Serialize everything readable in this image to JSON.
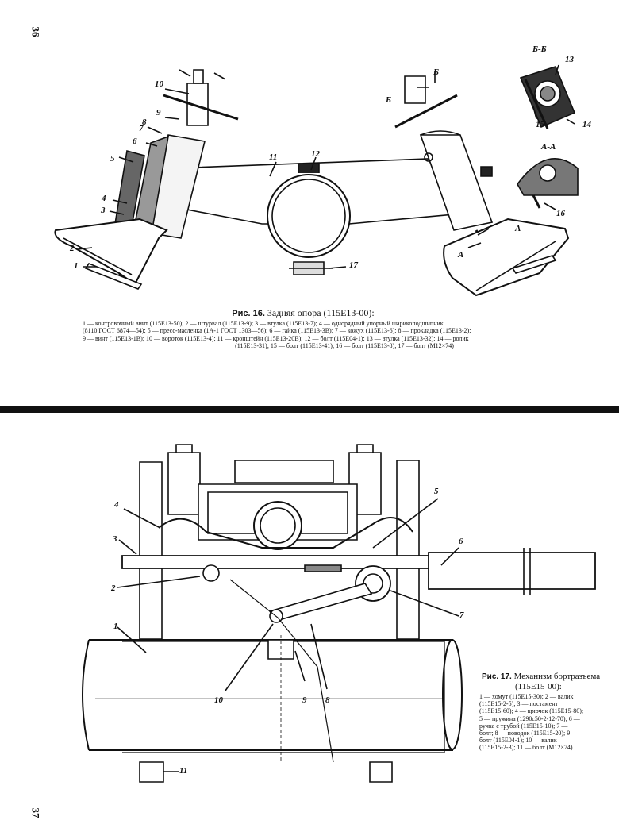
{
  "page_numbers": {
    "top": "36",
    "bottom": "37"
  },
  "fig16": {
    "caption_prefix": "Рис. 16.",
    "caption_title": "Задняя опора (115Е13-00):",
    "legend_lines": [
      "1 — контровочный винт (115Е13-50); 2 — штурвал (115Е13-9); 3 — втулка (115Е13-7); 4 — однорядный упорный шарикоподшипник",
      "(8110 ГОСТ 6874—54); 5 — пресс-масленка (1А-1 ГОСТ 1303—56); 6 — гайка (115Е13-3В); 7 — кожух (115Е13-6); 8 — прокладка (115Е13-2);",
      "9 — винт (115Е13-1В); 10 — вороток (115Е13-4); 11 — кронштейн (115Е13-20В); 12 — болт (115Е04-1); 13 — втулка (115Е13-32); 14 — ролик",
      "(115Е13-31); 15 — болт (115Е13-41); 16 — болт (115Е13-8); 17 — болт (М12×74)"
    ],
    "labels": {
      "n1": "1",
      "n2": "2",
      "n3": "3",
      "n4": "4",
      "n5": "5",
      "n6": "6",
      "n7": "7",
      "n8": "8",
      "n9": "9",
      "n10": "10",
      "n11": "11",
      "n12": "12",
      "n13": "13",
      "n14": "14",
      "n15": "15",
      "n16": "16",
      "n17": "17",
      "bb": "Б-Б",
      "aa": "А-А",
      "b1": "Б",
      "b2": "Б",
      "a1": "А",
      "a2": "А"
    }
  },
  "fig17": {
    "caption_prefix": "Рис. 17.",
    "caption_title": "Механизм бортразъема",
    "caption_code": "(115Е15-00):",
    "legend_lines": [
      "1 — хомут (115Е15-30); 2 — валик",
      "(115Е15-2-5); 3 — постамент",
      "(115Е15-60); 4 — крючок (115Е15-80);",
      "5 — пружина (1290с50-2-12-70); 6 —",
      "ручка с трубой (115Е15-10); 7 —",
      "болт; 8 — поводок (115Е15-20); 9 —",
      "болт (115Е04-1); 10 — валик",
      "(115Е15-2-3); 11 — болт (М12×74)"
    ],
    "labels": {
      "n1": "1",
      "n2": "2",
      "n3": "3",
      "n4": "4",
      "n5": "5",
      "n6": "6",
      "n7": "7",
      "n8": "8",
      "n9": "9",
      "n10": "10",
      "n11": "11"
    }
  }
}
